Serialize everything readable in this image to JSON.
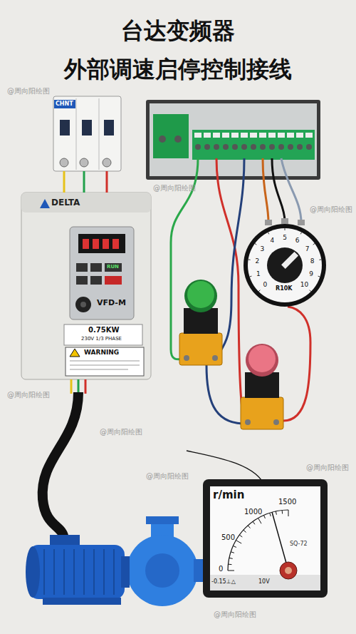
{
  "diagram": {
    "title": "台达变频器 外部调速启停控制接线",
    "nodes": [
      {
        "text": [
          "CHNT"
        ]
      },
      {
        "text": [
          "DELTA",
          "RUN",
          "VFD-M",
          "0.75KW",
          "230V 1/3 PHASE",
          "WARNING"
        ]
      },
      {
        "text": [
          "R10K"
        ]
      },
      {
        "text": [
          "r/min",
          "1500",
          "1000",
          "500",
          "0",
          "SQ-72",
          "-0.15⊥△",
          "10V"
        ]
      }
    ],
    "edges": [
      {
        "from": 0,
        "to": 1,
        "arrow": "none"
      },
      {
        "from": 0,
        "to": 1,
        "arrow": "none"
      },
      {
        "from": 0,
        "to": 1,
        "arrow": "none"
      }
    ],
    "labels": [
      "0",
      "1",
      "2",
      "3",
      "4",
      "5",
      "6",
      "7",
      "8",
      "9",
      "10",
      "@周向阳绘图",
      "@周向阳绘图",
      "@周向阳绘图",
      "@周向阳绘图",
      "@周向阳绘图",
      "@周向阳绘图",
      "@周向阳绘图",
      "@周向阳绘图"
    ]
  }
}
